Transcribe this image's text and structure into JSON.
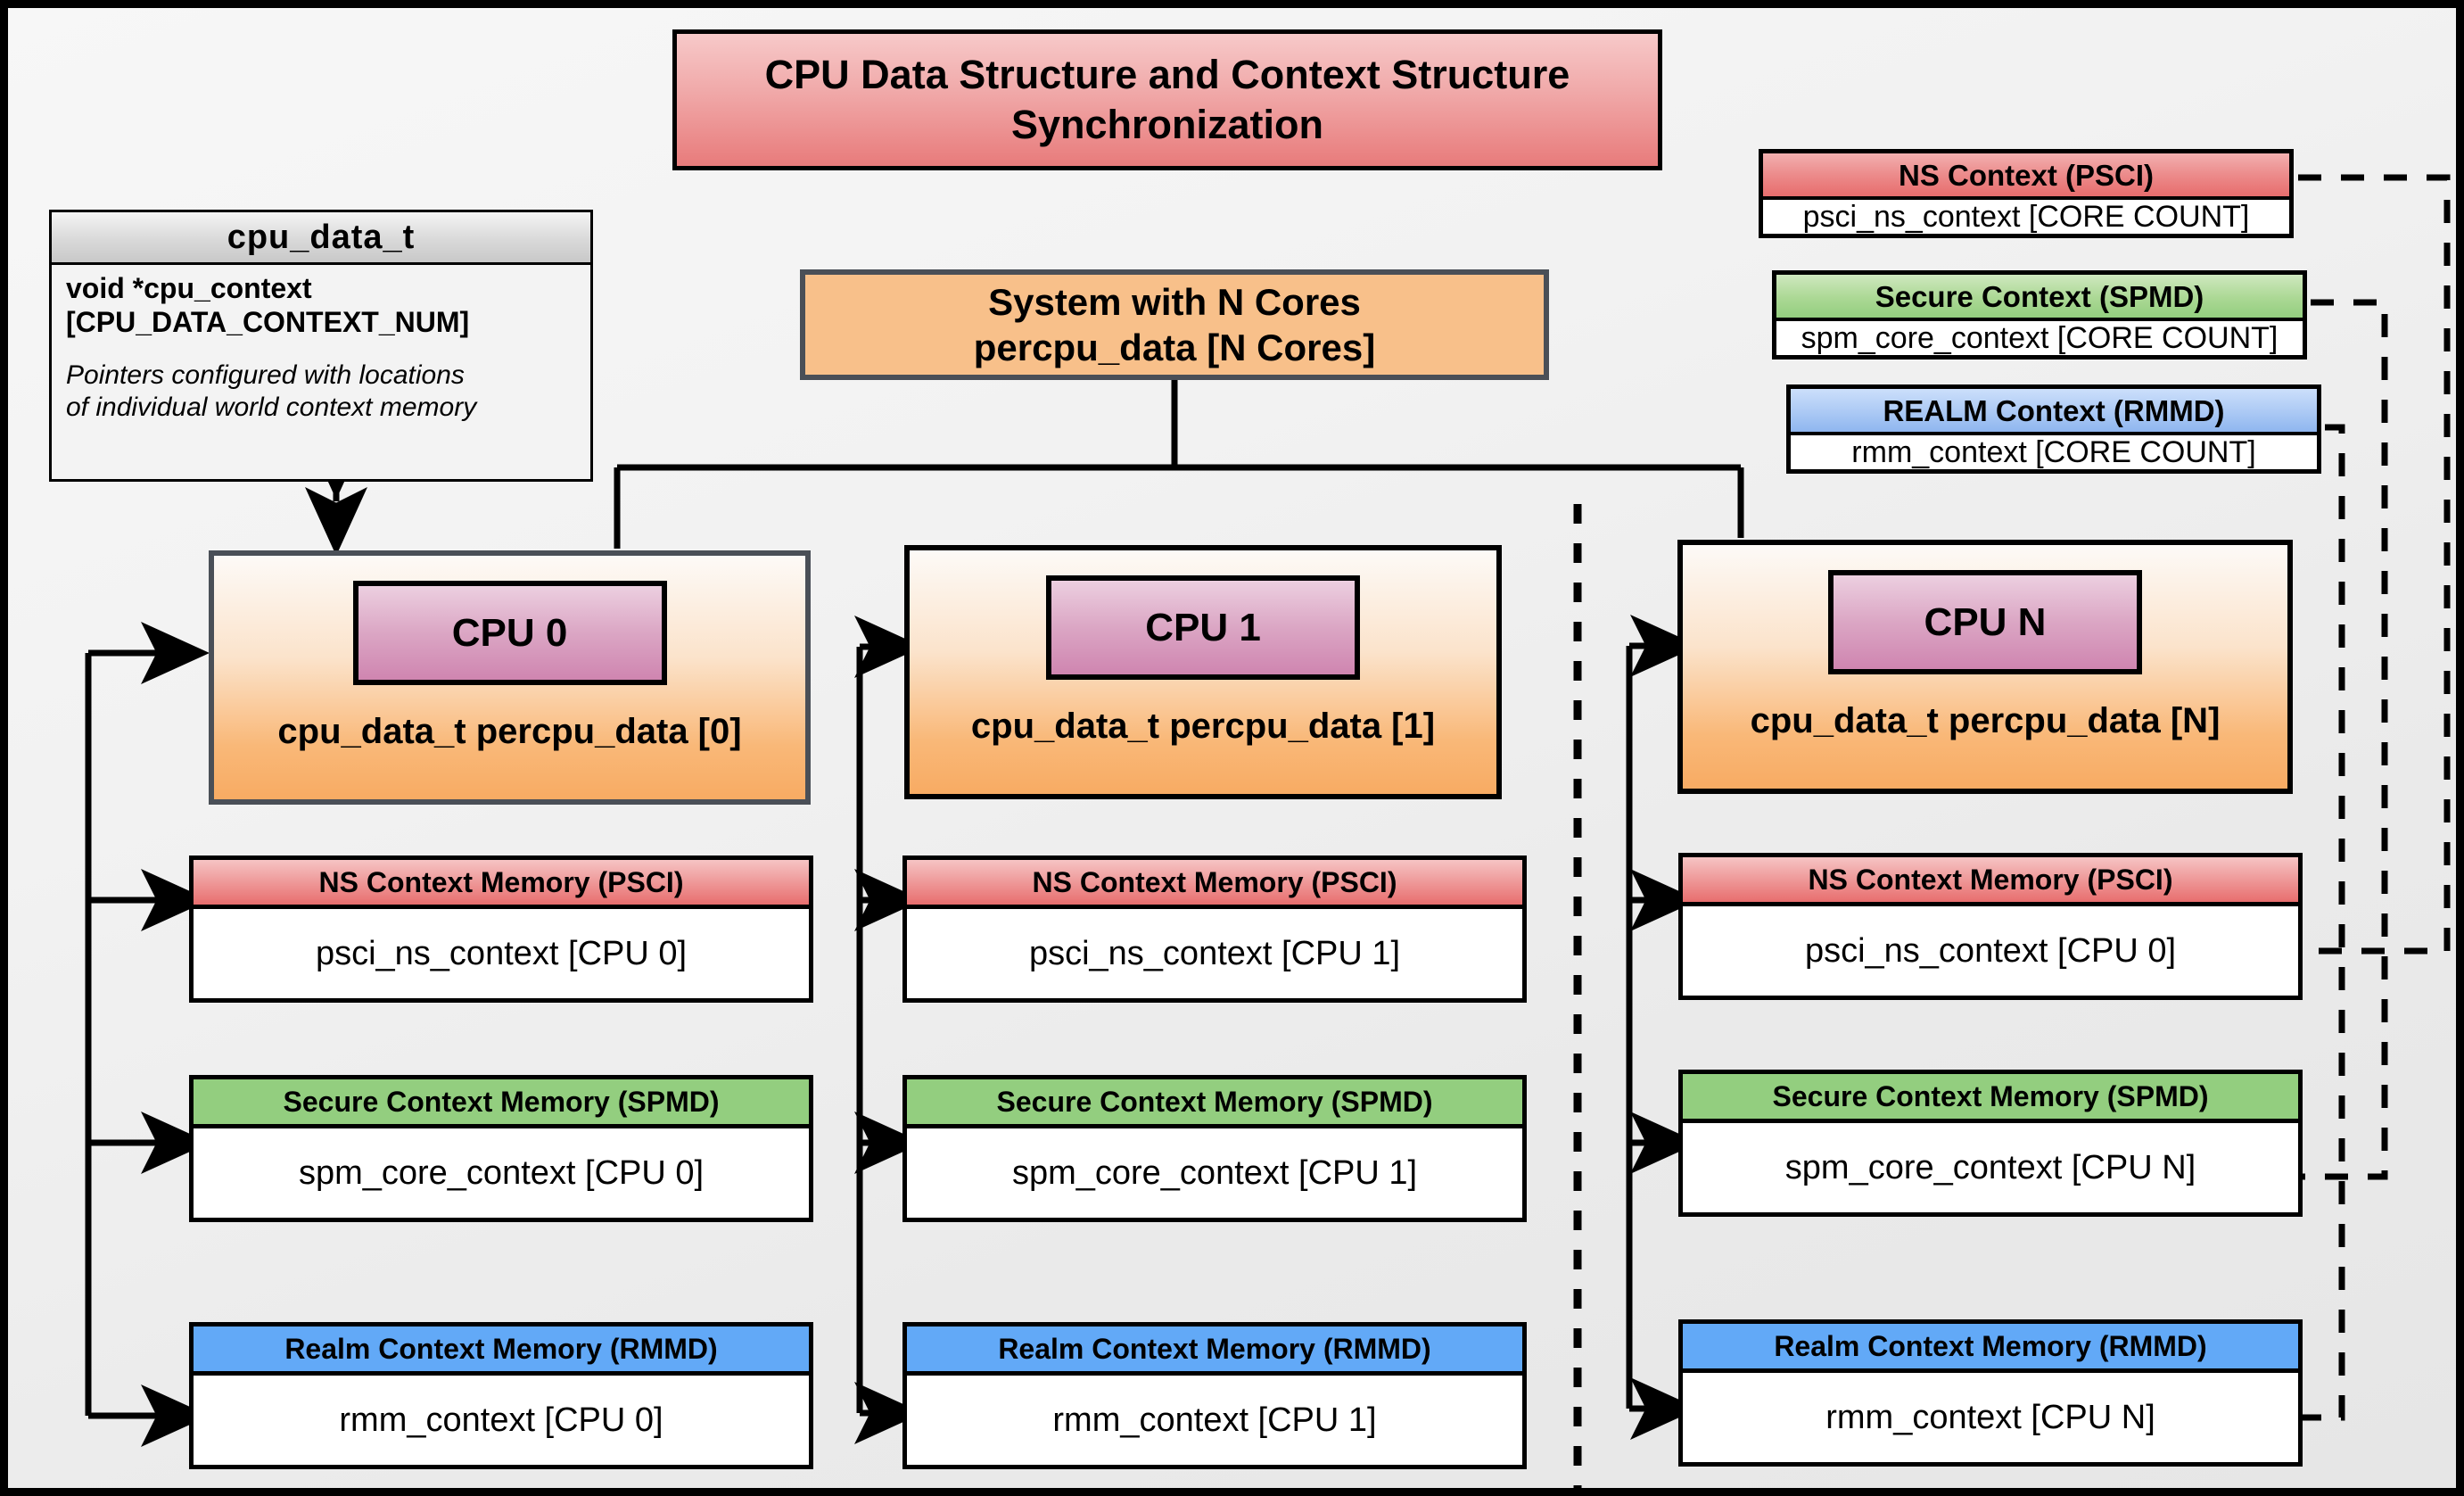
{
  "title": "CPU Data Structure and Context Structure Synchronization",
  "cpu_data_t": {
    "header": "cpu_data_t",
    "field_line1": "void  *cpu_context",
    "field_line2": "[CPU_DATA_CONTEXT_NUM]",
    "note_line1": "Pointers configured with locations",
    "note_line2": "of individual world context memory"
  },
  "system": {
    "line1": "System with N Cores",
    "line2": "percpu_data [N Cores]"
  },
  "top_contexts": [
    {
      "header": "NS Context  (PSCI)",
      "body": "psci_ns_context [CORE COUNT]",
      "color": "#e86e6e"
    },
    {
      "header": "Secure Context (SPMD)",
      "body": "spm_core_context [CORE COUNT]",
      "color": "#93ce7f"
    },
    {
      "header": "REALM Context (RMMD)",
      "body": "rmm_context [CORE COUNT]",
      "color": "#8fb6ef"
    }
  ],
  "cpus": [
    {
      "chip": "CPU 0",
      "label": "cpu_data_t percpu_data [0]",
      "memories": [
        {
          "header": "NS Context Memory (PSCI)",
          "body": "psci_ns_context [CPU 0]"
        },
        {
          "header": "Secure Context Memory (SPMD)",
          "body": "spm_core_context [CPU 0]"
        },
        {
          "header": "Realm Context Memory (RMMD)",
          "body": "rmm_context [CPU 0]"
        }
      ]
    },
    {
      "chip": "CPU 1",
      "label": "cpu_data_t percpu_data [1]",
      "memories": [
        {
          "header": "NS Context Memory (PSCI)",
          "body": "psci_ns_context [CPU 1]"
        },
        {
          "header": "Secure Context Memory (SPMD)",
          "body": "spm_core_context [CPU 1]"
        },
        {
          "header": "Realm Context Memory (RMMD)",
          "body": "rmm_context [CPU 1]"
        }
      ]
    },
    {
      "chip": "CPU N",
      "label": "cpu_data_t percpu_data [N]",
      "memories": [
        {
          "header": "NS Context Memory (PSCI)",
          "body": "psci_ns_context [CPU 0]"
        },
        {
          "header": "Secure Context Memory (SPMD)",
          "body": "spm_core_context [CPU N]"
        },
        {
          "header": "Realm Context Memory (RMMD)",
          "body": "rmm_context [CPU N]"
        }
      ]
    }
  ],
  "colors": {
    "title_fill": "#e87b7b",
    "ns": "#e86e6e",
    "secure": "#93ce7f",
    "realm": "#62a9f7",
    "cpu_chip": "#cf85b0",
    "system_fill": "#f8c08a",
    "background": "#eeeeee"
  }
}
